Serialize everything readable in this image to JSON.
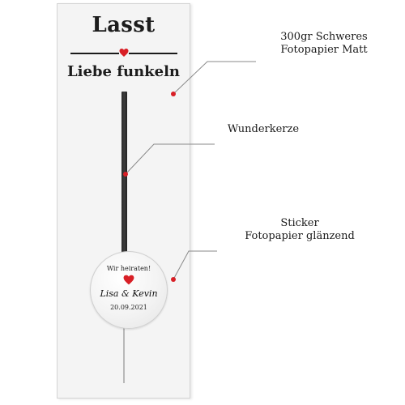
{
  "product": {
    "title_line1": "Lasst",
    "title_line2": "Liebe funkeln",
    "sticker": {
      "line1": "Wir heiraten!",
      "names": "Lisa & Kevin",
      "date": "20.09.2021"
    }
  },
  "annotations": [
    {
      "lines": [
        "300gr Schweres",
        "Fotopapier Matt"
      ]
    },
    {
      "lines": [
        "Wunderkerze"
      ]
    },
    {
      "lines": [
        "Sticker",
        "Fotopapier glänzend"
      ]
    }
  ],
  "colors": {
    "accent_red": "#d81f26",
    "text_dark": "#1c1c1c",
    "card_bg": "#f4f4f4"
  },
  "icons": [
    "heart-icon"
  ]
}
